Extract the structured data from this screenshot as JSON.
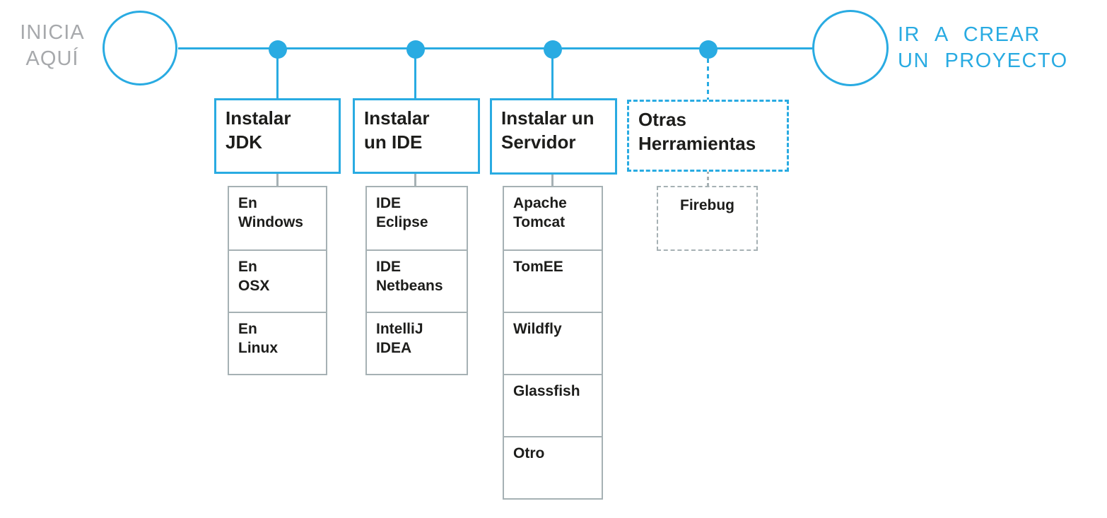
{
  "colors": {
    "accent": "#29abe2",
    "ink": "#1d1d1b",
    "gray-text": "#a7a9ac",
    "gray-line": "#a6b1b4"
  },
  "start": {
    "label": "INICIA\nAQUÍ"
  },
  "end": {
    "label": "IR A CREAR\nUN PROYECTO"
  },
  "milestones": [
    {
      "title": "Instalar\nJDK",
      "style": "solid",
      "items": [
        "En\nWindows",
        "En\nOSX",
        "En\nLinux"
      ]
    },
    {
      "title": "Instalar\nun IDE",
      "style": "solid",
      "items": [
        "IDE\nEclipse",
        "IDE\nNetbeans",
        "IntelliJ\nIDEA"
      ]
    },
    {
      "title": "Instalar un\nServidor",
      "style": "solid",
      "items": [
        "Apache\nTomcat",
        "TomEE",
        "Wildfly",
        "Glassfish",
        "Otro"
      ]
    },
    {
      "title": "Otras\nHerramientas",
      "style": "dashed",
      "items": [
        "Firebug"
      ]
    }
  ]
}
